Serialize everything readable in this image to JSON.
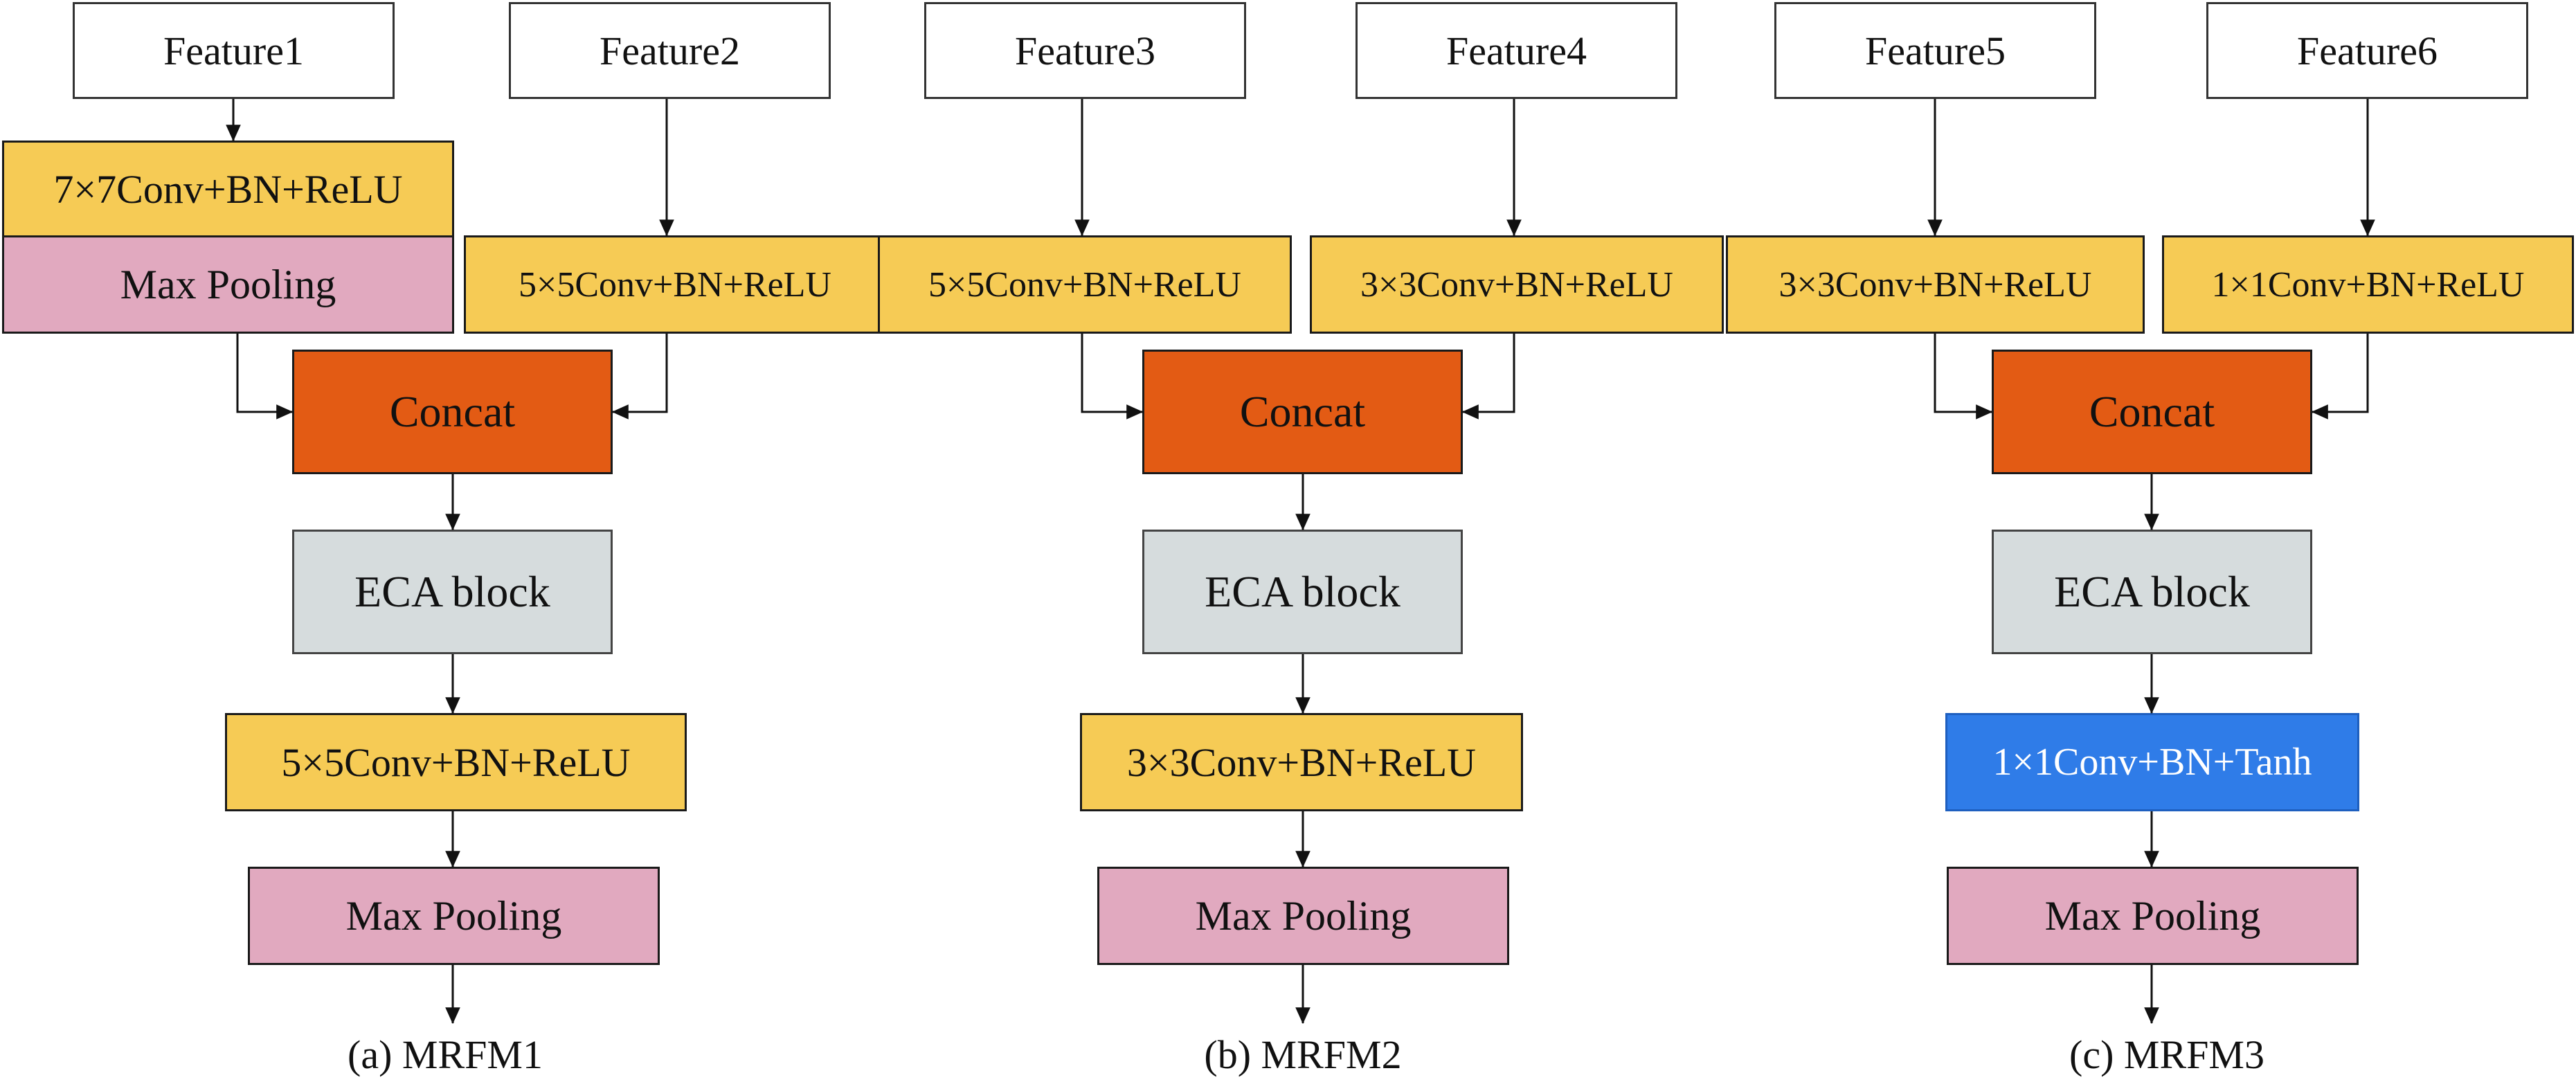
{
  "panels": [
    {
      "features": [
        "Feature1",
        "Feature2"
      ],
      "branches": [
        "7×7Conv+BN+ReLU",
        "5×5Conv+BN+ReLU"
      ],
      "branch_pool": "Max Pooling",
      "concat": "Concat",
      "attention": "ECA block",
      "post_conv": "5×5Conv+BN+ReLU",
      "pool": "Max Pooling",
      "caption": "(a) MRFM1"
    },
    {
      "features": [
        "Feature3",
        "Feature4"
      ],
      "branches": [
        "5×5Conv+BN+ReLU",
        "3×3Conv+BN+ReLU"
      ],
      "concat": "Concat",
      "attention": "ECA block",
      "post_conv": "3×3Conv+BN+ReLU",
      "pool": "Max Pooling",
      "caption": "(b) MRFM2"
    },
    {
      "features": [
        "Feature5",
        "Feature6"
      ],
      "branches": [
        "3×3Conv+BN+ReLU",
        "1×1Conv+BN+ReLU"
      ],
      "concat": "Concat",
      "attention": "ECA block",
      "post_conv": "1×1Conv+BN+Tanh",
      "pool": "Max Pooling",
      "caption": "(c) MRFM3"
    }
  ],
  "colors": {
    "conv": "#f6cb55",
    "pool": "#e1a9bf",
    "concat": "#e35b14",
    "eca": "#d6dcdd",
    "tanh": "#2f7ce8"
  }
}
